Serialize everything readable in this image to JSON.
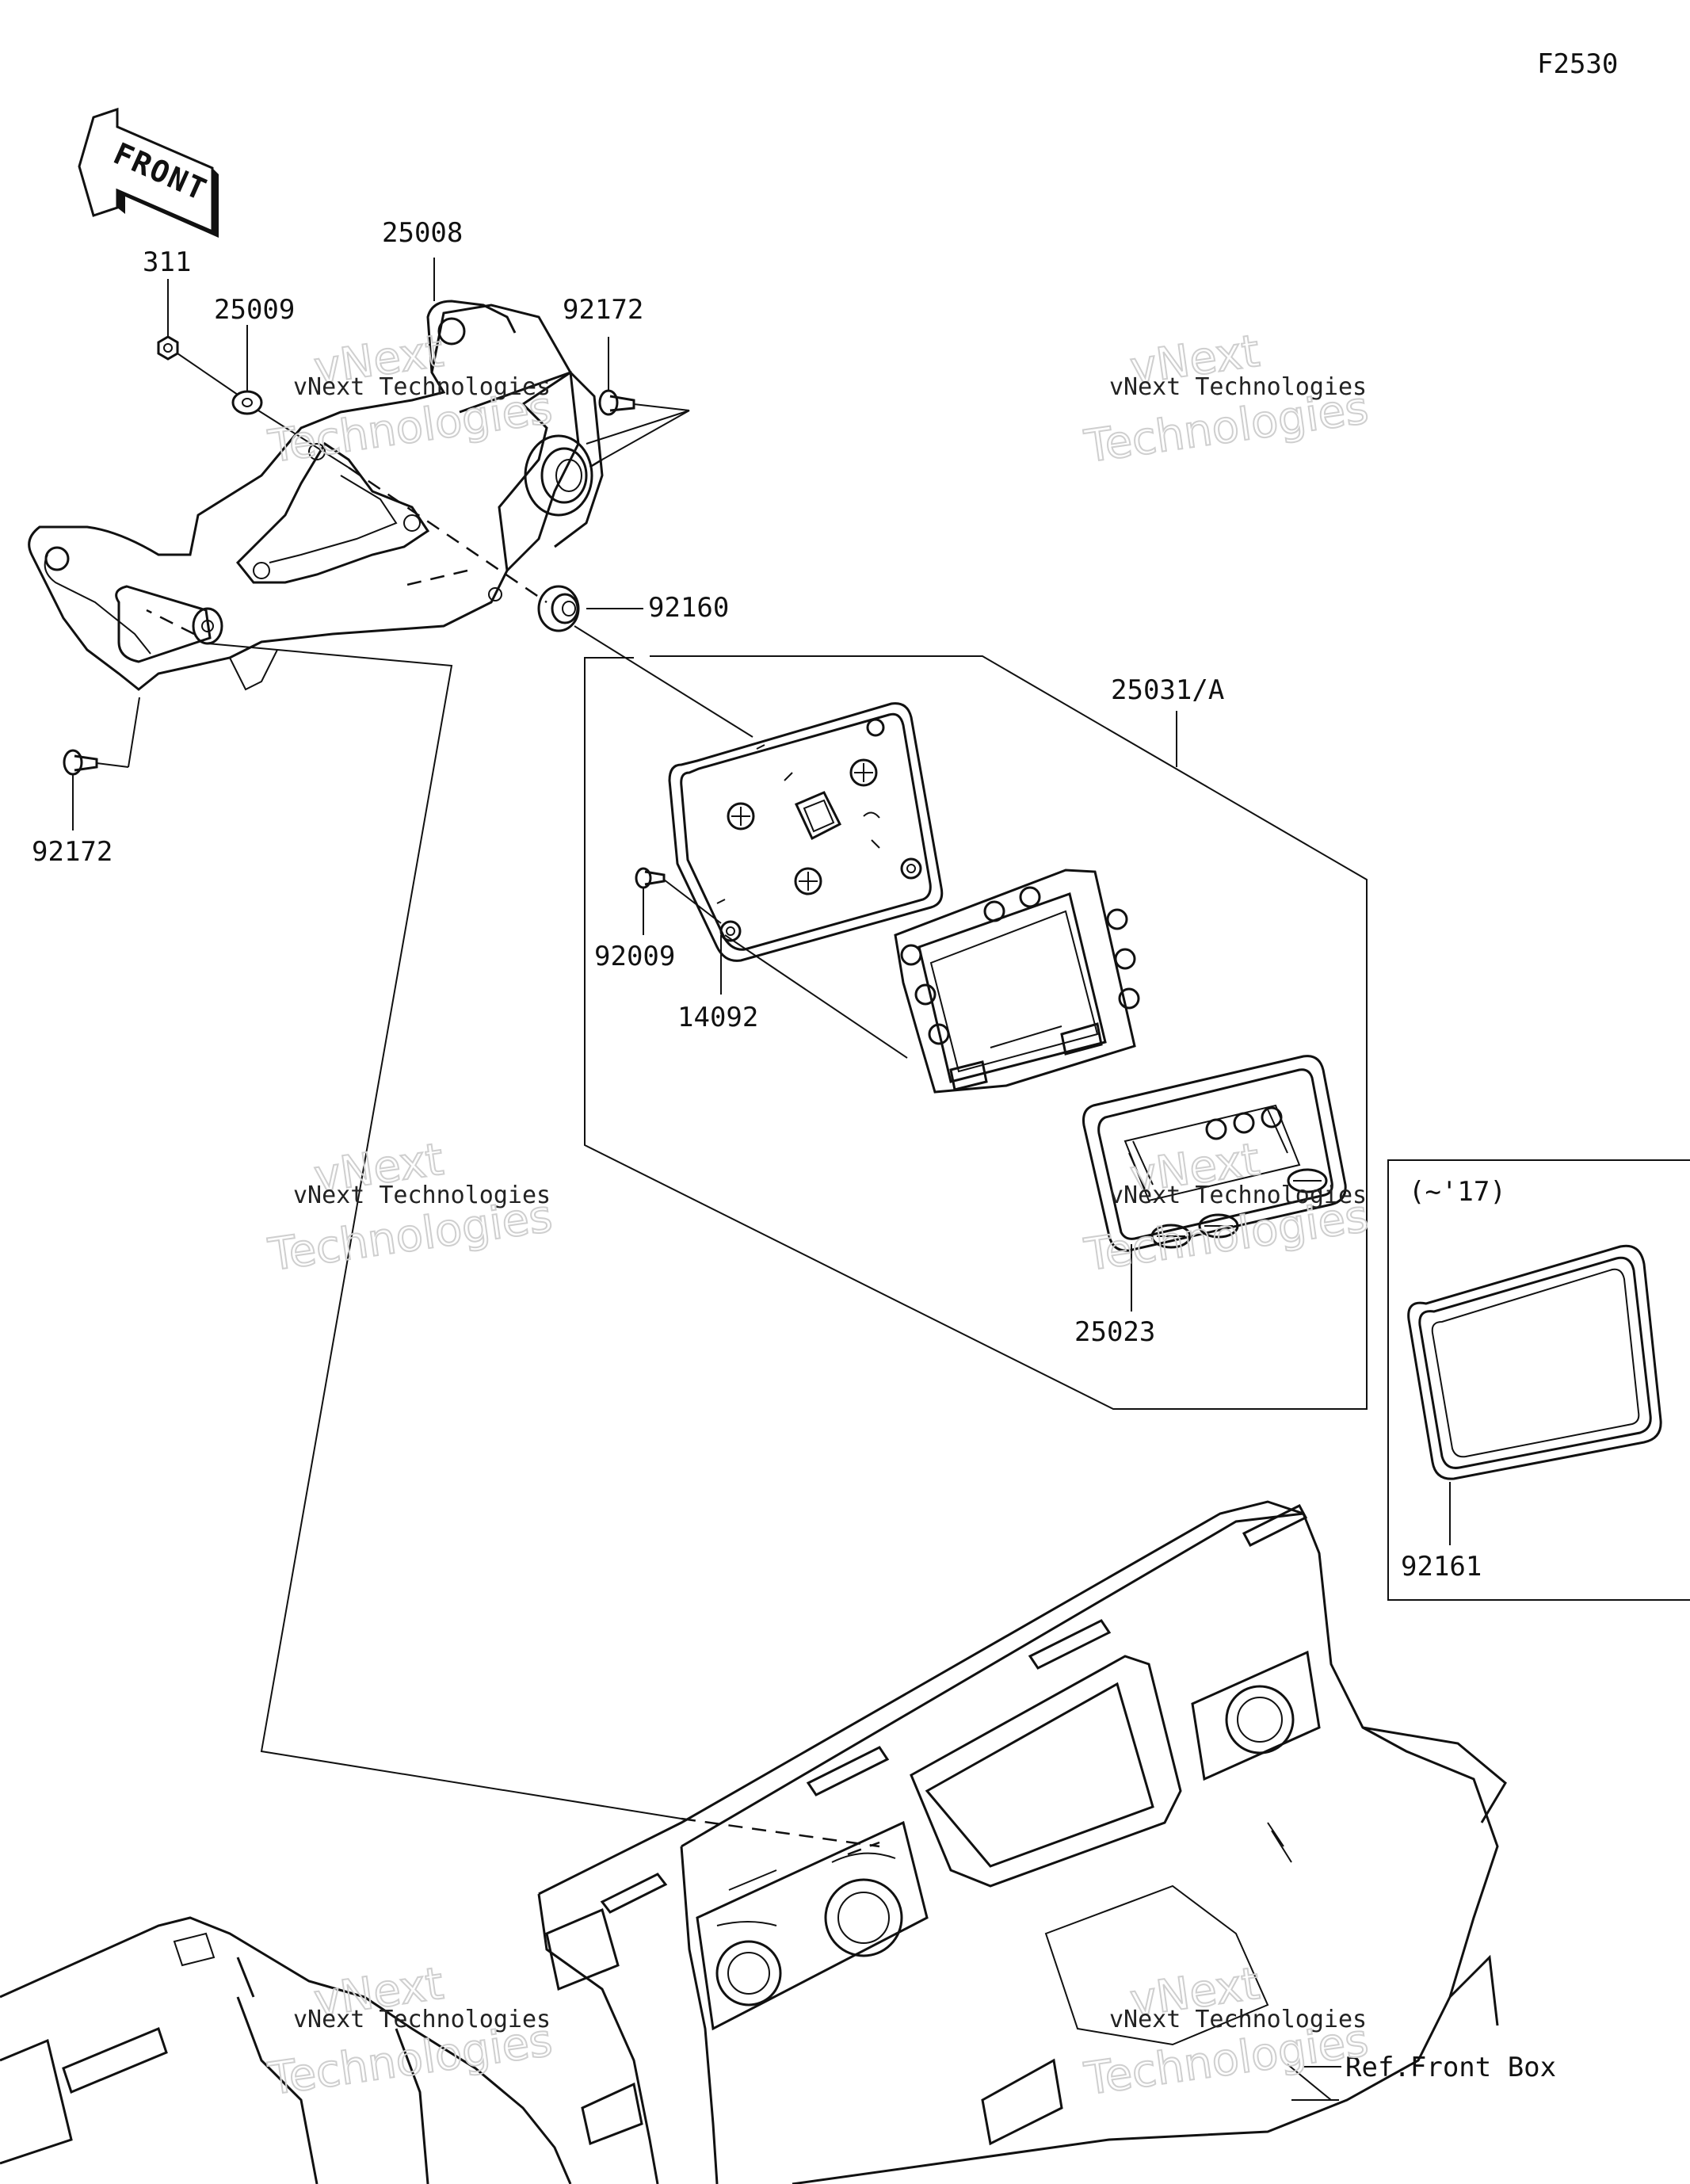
{
  "figure_code": "F2530",
  "front_arrow_text": "FRONT",
  "variant_box_label": "(~'17)",
  "reference_label": "Ref.Front Box",
  "watermark": {
    "line": "vNext Technologies",
    "big_top": "vNext",
    "big_bottom": "Technologies"
  },
  "parts": [
    {
      "id": "p311",
      "number": "311"
    },
    {
      "id": "p25009",
      "number": "25009"
    },
    {
      "id": "p25008",
      "number": "25008"
    },
    {
      "id": "p92172a",
      "number": "92172"
    },
    {
      "id": "p92160",
      "number": "92160"
    },
    {
      "id": "p25031",
      "number": "25031/A"
    },
    {
      "id": "p92172b",
      "number": "92172"
    },
    {
      "id": "p92009",
      "number": "92009"
    },
    {
      "id": "p14092",
      "number": "14092"
    },
    {
      "id": "p25023",
      "number": "25023"
    },
    {
      "id": "p92161",
      "number": "92161"
    }
  ]
}
